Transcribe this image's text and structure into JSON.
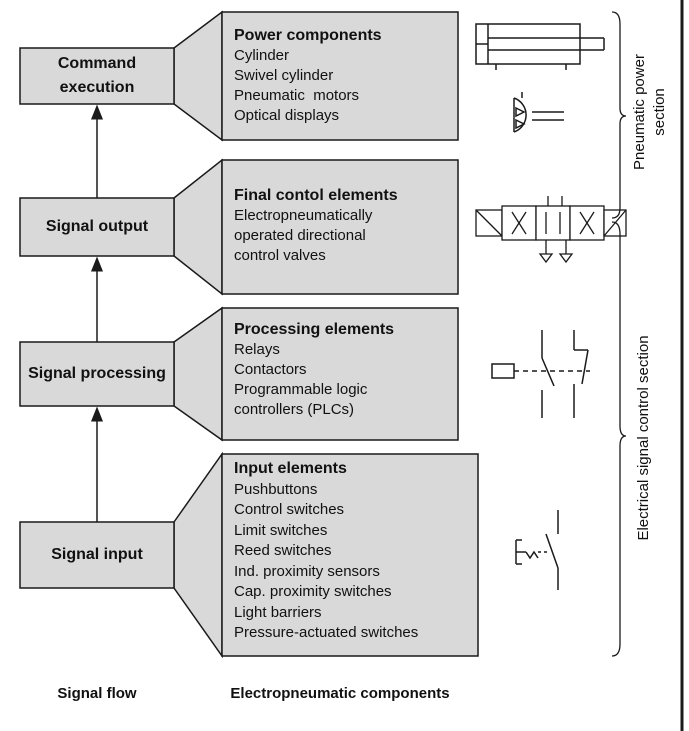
{
  "signal_flow": {
    "stages": [
      {
        "label": "Command execution"
      },
      {
        "label": "Signal output"
      },
      {
        "label": "Signal processing"
      },
      {
        "label": "Signal input"
      }
    ]
  },
  "components": [
    {
      "heading": "Power components",
      "items": [
        "Cylinder",
        "Swivel cylinder",
        "Pneumatic  motors",
        "Optical displays"
      ]
    },
    {
      "heading": "Final contol elements",
      "items": [
        "Electropneumatically",
        "operated directional",
        "control valves"
      ]
    },
    {
      "heading": "Processing elements",
      "items": [
        "Relays",
        "Contactors",
        "Programmable logic",
        "controllers (PLCs)"
      ]
    },
    {
      "heading": "Input elements",
      "items": [
        "Pushbuttons",
        "Control switches",
        "Limit switches",
        "Reed switches",
        "Ind. proximity sensors",
        "Cap. proximity switches",
        "Light barriers",
        "Pressure-actuated switches"
      ]
    }
  ],
  "sections": {
    "pneumatic": "Pneumatic power section",
    "electrical": "Electrical signal control section"
  },
  "footer": {
    "left": "Signal flow",
    "right": "Electropneumatic components"
  },
  "colors": {
    "box_fill": "#d9d9d9",
    "line": "#1a1a1a"
  },
  "icons": [
    "cylinder-symbol-icon",
    "pneumatic-motor-symbol-icon",
    "solenoid-valve-symbol-icon",
    "relay-contact-symbol-icon",
    "pushbutton-switch-symbol-icon"
  ]
}
